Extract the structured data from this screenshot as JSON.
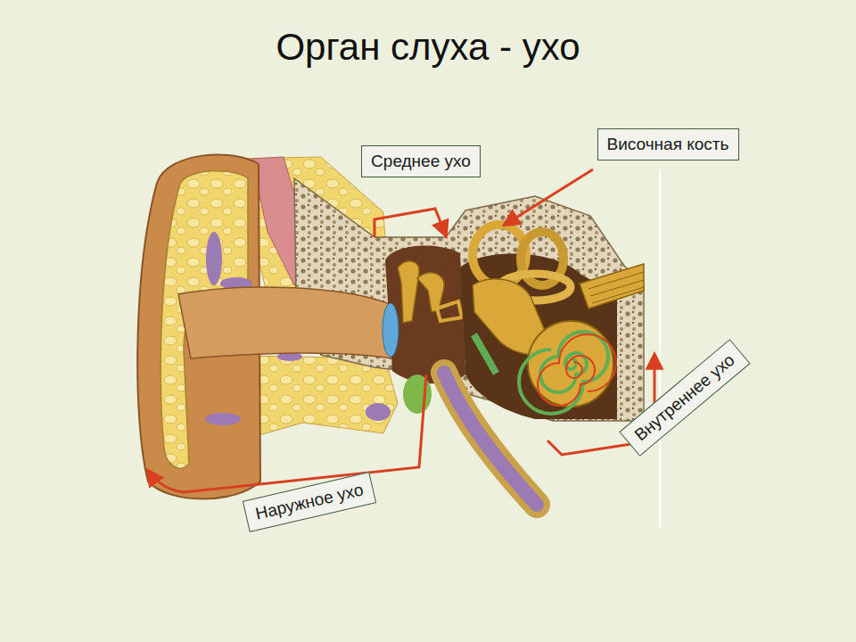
{
  "diagram": {
    "title": "Орган слуха - ухо",
    "nodes": [
      {
        "text": [
          "Среднее ухо"
        ]
      },
      {
        "text": [
          "Височная кость"
        ]
      },
      {
        "text": [
          "Внутреннее ухо"
        ]
      },
      {
        "text": [
          "Наружное ухо"
        ]
      }
    ]
  }
}
